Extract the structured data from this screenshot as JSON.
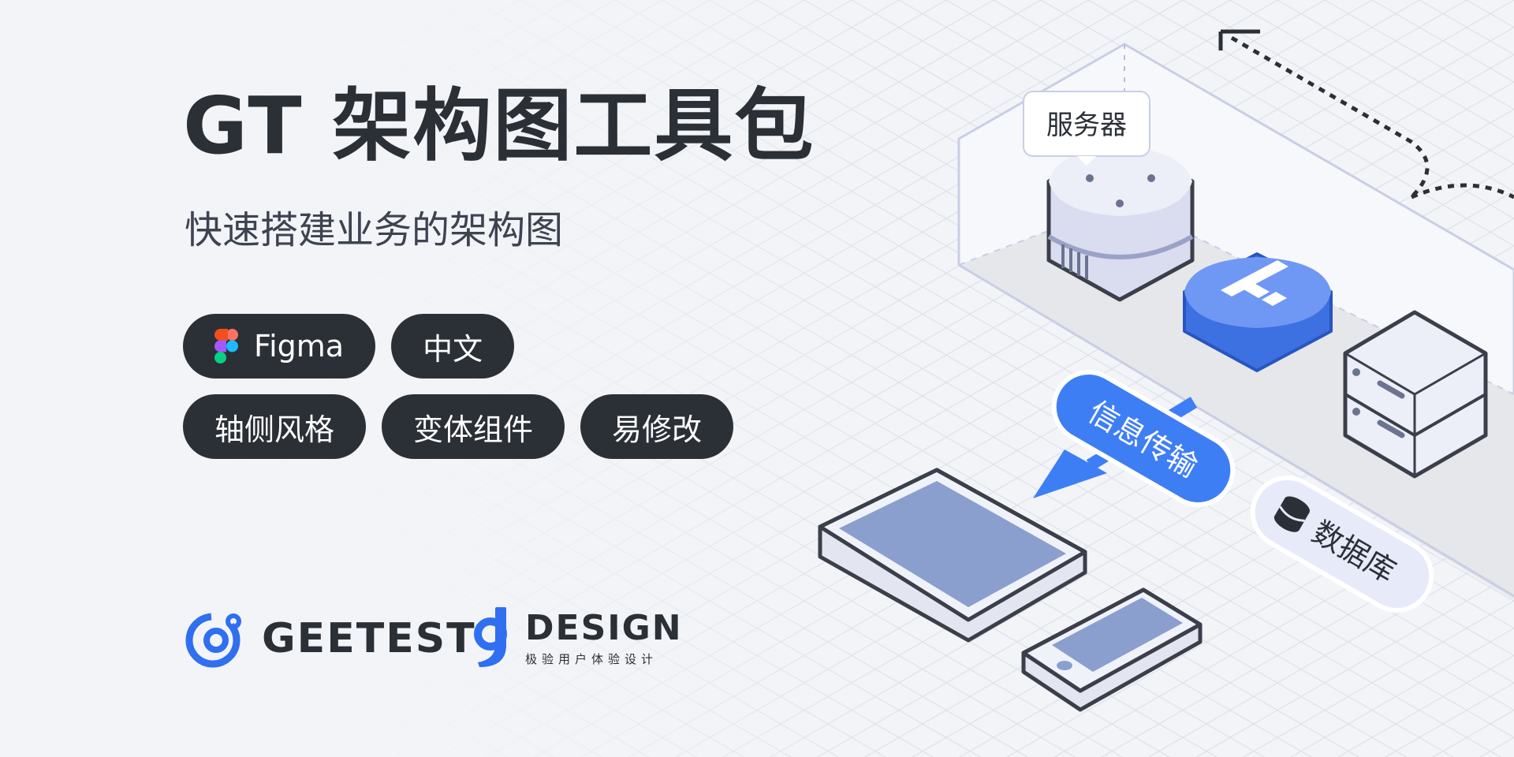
{
  "hero": {
    "title": "GT 架构图工具包",
    "subtitle": "快速搭建业务的架构图"
  },
  "tags": {
    "row1": [
      "Figma",
      "中文"
    ],
    "row2": [
      "轴侧风格",
      "变体组件",
      "易修改"
    ]
  },
  "brands": {
    "geetest": "GEETEST",
    "design": "DESIGN",
    "design_tagline": "极验用户体验设计"
  },
  "illustration": {
    "server_label": "服务器",
    "message_label": "信息传输",
    "database_label": "数据库"
  },
  "colors": {
    "dark": "#2b2f36",
    "brand_blue": "#2f6ff0",
    "accent_blue": "#3e7ef5",
    "device_gray": "#e3e6f0",
    "screen_blue": "#8a9fce"
  },
  "icons": [
    "figma-logo",
    "geetest-logo-icon",
    "gdesign-logo-icon",
    "gateway-icon",
    "database-icon",
    "arrow-icon"
  ]
}
